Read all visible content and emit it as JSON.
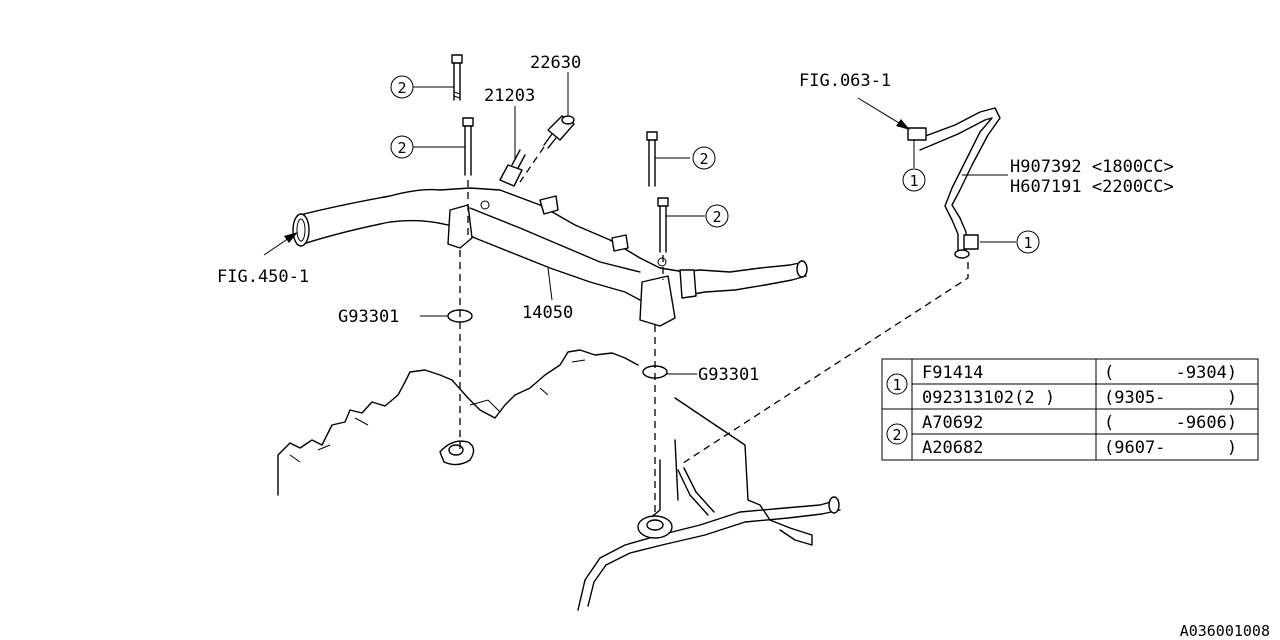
{
  "callouts": {
    "fig450": "FIG.450-1",
    "fig063": "FIG.063-1",
    "p22630": "22630",
    "p21203": "21203",
    "p14050": "14050",
    "g93301_left": "G93301",
    "g93301_right": "G93301",
    "h907392": "H907392 <1800CC>",
    "h607191": "H607191 <2200CC>",
    "ref_1": "1",
    "ref_2": "2"
  },
  "table": {
    "rows": [
      {
        "ref": "1",
        "part": "F91414",
        "range": "(      -9304)"
      },
      {
        "ref": "1",
        "part": "092313102(2 )",
        "range": "(9305-      )"
      },
      {
        "ref": "2",
        "part": "A70692",
        "range": "(      -9606)"
      },
      {
        "ref": "2",
        "part": "A20682",
        "range": "(9607-      )"
      }
    ]
  },
  "diagram_id": "A036001008"
}
